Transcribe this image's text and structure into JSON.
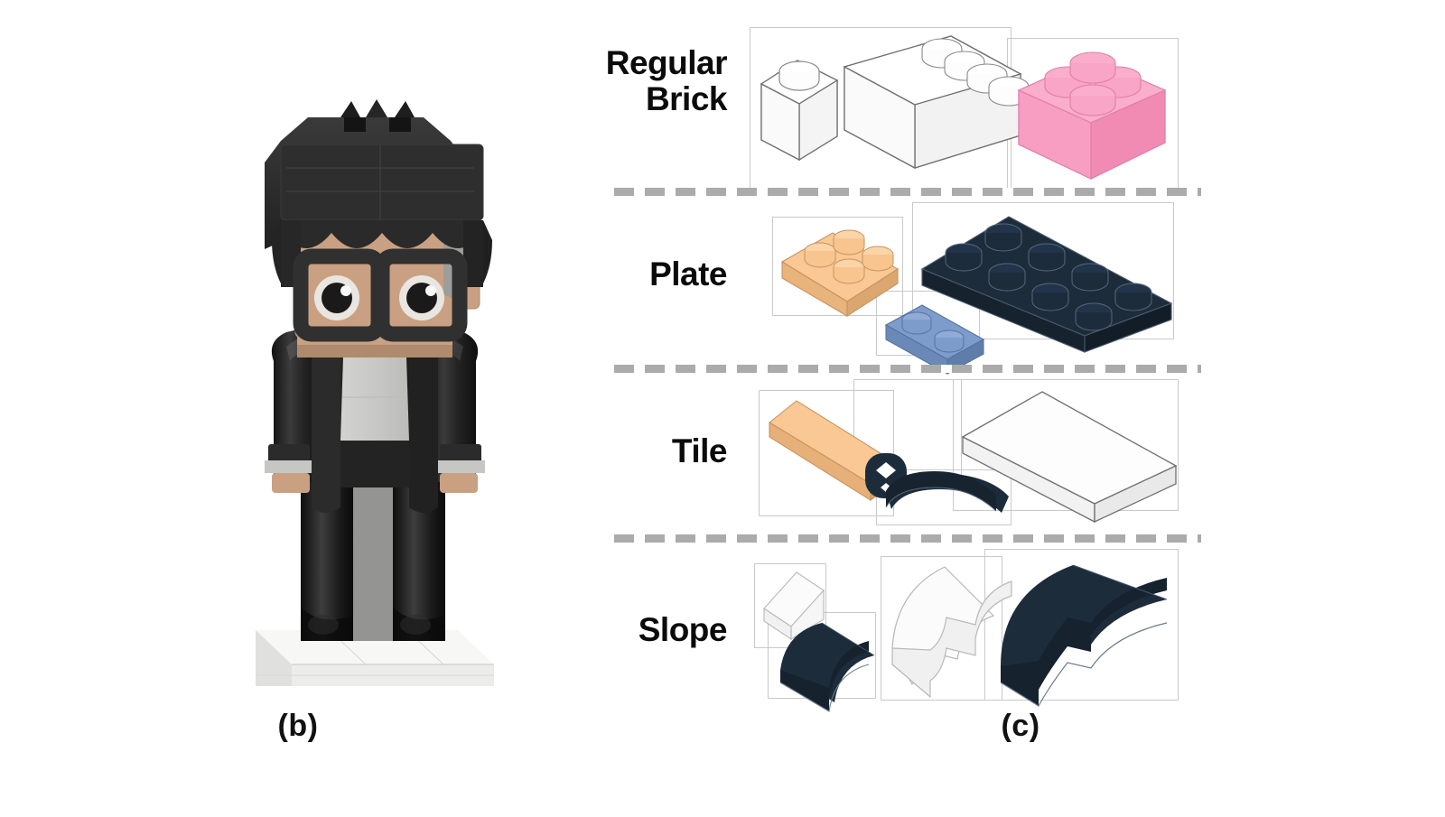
{
  "figure_b": {
    "caption": "(b)",
    "subject": "lego-brickheadz-minifigure",
    "description": "LEGO BrickHeadz style minifigure with black hair, black square glasses, white eyes, tan face, black suit jacket over light gray shirt, black legs, standing on a white base plate",
    "colors": {
      "hair": "#2b2b2b",
      "hair_highlight": "#3a3a3a",
      "glasses": "#303030",
      "eye_white": "#e9e6e2",
      "eye_pupil": "#1a1a1a",
      "skin": "#c9a182",
      "skin_dark": "#b08a6c",
      "shirt": "#c9c9c7",
      "jacket": "#2a2a2a",
      "jacket_dark": "#1a1a1a",
      "jacket_shine": "#4a4a4a",
      "legs": "#1b1b1b",
      "base_plate": "#f2f2f0",
      "base_plate_shadow": "#dcdcda",
      "side_gray": "#a8a8a6"
    }
  },
  "figure_c": {
    "caption": "(c)",
    "categories": [
      {
        "id": "regular-brick",
        "label_lines": [
          "Regular",
          "Brick"
        ],
        "pieces": [
          {
            "id": "brick-1x1-white",
            "name": "1x1 brick",
            "color": "#fdfdfd",
            "outline": "#6f6f6f"
          },
          {
            "id": "brick-1x4-white",
            "name": "1x4 brick",
            "color": "#fdfdfd",
            "outline": "#6f6f6f"
          },
          {
            "id": "brick-2x2-pink",
            "name": "2x2 brick",
            "color": "#f99ec3",
            "outline": "#d16b96"
          }
        ]
      },
      {
        "id": "plate",
        "label_lines": [
          "Plate"
        ],
        "pieces": [
          {
            "id": "plate-2x2-tan",
            "name": "2x2 plate",
            "color": "#f9c894",
            "outline": "#c79460"
          },
          {
            "id": "plate-1x2-blue",
            "name": "1x2 plate",
            "color": "#7d9ccb",
            "outline": "#5573a2"
          },
          {
            "id": "plate-2x4-navy",
            "name": "2x4 plate",
            "color": "#1d2c3b",
            "outline": "#4a5a6b"
          }
        ]
      },
      {
        "id": "tile",
        "label_lines": [
          "Tile"
        ],
        "pieces": [
          {
            "id": "tile-1x4-tan",
            "name": "1x4 tile",
            "color": "#f9c894",
            "outline": "#c79460"
          },
          {
            "id": "tile-1x1-round-navy",
            "name": "1x1 round tile",
            "color": "#1d2c3b",
            "outline": "#1d2c3b"
          },
          {
            "id": "tile-curved-navy",
            "name": "curved macaroni tile",
            "color": "#1d2c3b",
            "outline": "#1d2c3b"
          },
          {
            "id": "tile-2x4-white",
            "name": "2x4 tile",
            "color": "#fdfdfd",
            "outline": "#6f6f6f"
          }
        ]
      },
      {
        "id": "slope",
        "label_lines": [
          "Slope"
        ],
        "pieces": [
          {
            "id": "slope-1x2-white",
            "name": "1x2 wedge slope",
            "color": "#fbfbfb",
            "outline": "#b9b9b9"
          },
          {
            "id": "slope-curved-1x2-navy",
            "name": "1x2 curved slope",
            "color": "#1d2c3b",
            "outline": "#1d2c3b"
          },
          {
            "id": "slope-curved-2x2-white",
            "name": "2x2 curved slope",
            "color": "#fbfbfb",
            "outline": "#b9b9b9"
          },
          {
            "id": "slope-curved-1x4-navy",
            "name": "1x4 curved slope",
            "color": "#1d2c3b",
            "outline": "#1d2c3b"
          }
        ]
      }
    ],
    "separator_color": "#ababab",
    "bbox_color": "#c9c9c9"
  }
}
